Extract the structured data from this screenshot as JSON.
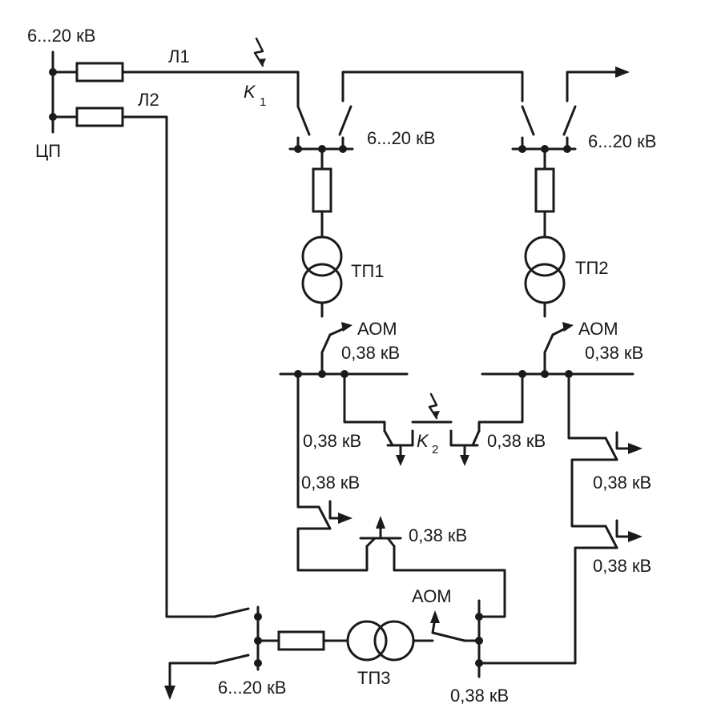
{
  "labels": {
    "cp_voltage": "6...20 кВ",
    "cp": "ЦП",
    "line1": "Л1",
    "line2": "Л2",
    "k1": "K",
    "k1_sub": "1",
    "tp1_hv": "6...20 кВ",
    "tp2_hv": "6...20 кВ",
    "tp1": "ТП1",
    "tp2": "ТП2",
    "aom1": "АОМ",
    "aom2": "АОМ",
    "tp1_lv": "0,38 кВ",
    "tp2_lv": "0,38 кВ",
    "k2": "K",
    "k2_sub": "2",
    "tie_left": "0,38 кВ",
    "tie_right": "0,38 кВ",
    "tp1_feeder": "0,38 кВ",
    "tie_mid": "0,38 кВ",
    "tp2_feeder1": "0,38 кВ",
    "tp2_feeder2": "0,38 кВ",
    "aom3": "АОМ",
    "tp3_hv": "6...20 кВ",
    "tp3": "ТП3",
    "tp3_lv": "0,38 кВ"
  }
}
